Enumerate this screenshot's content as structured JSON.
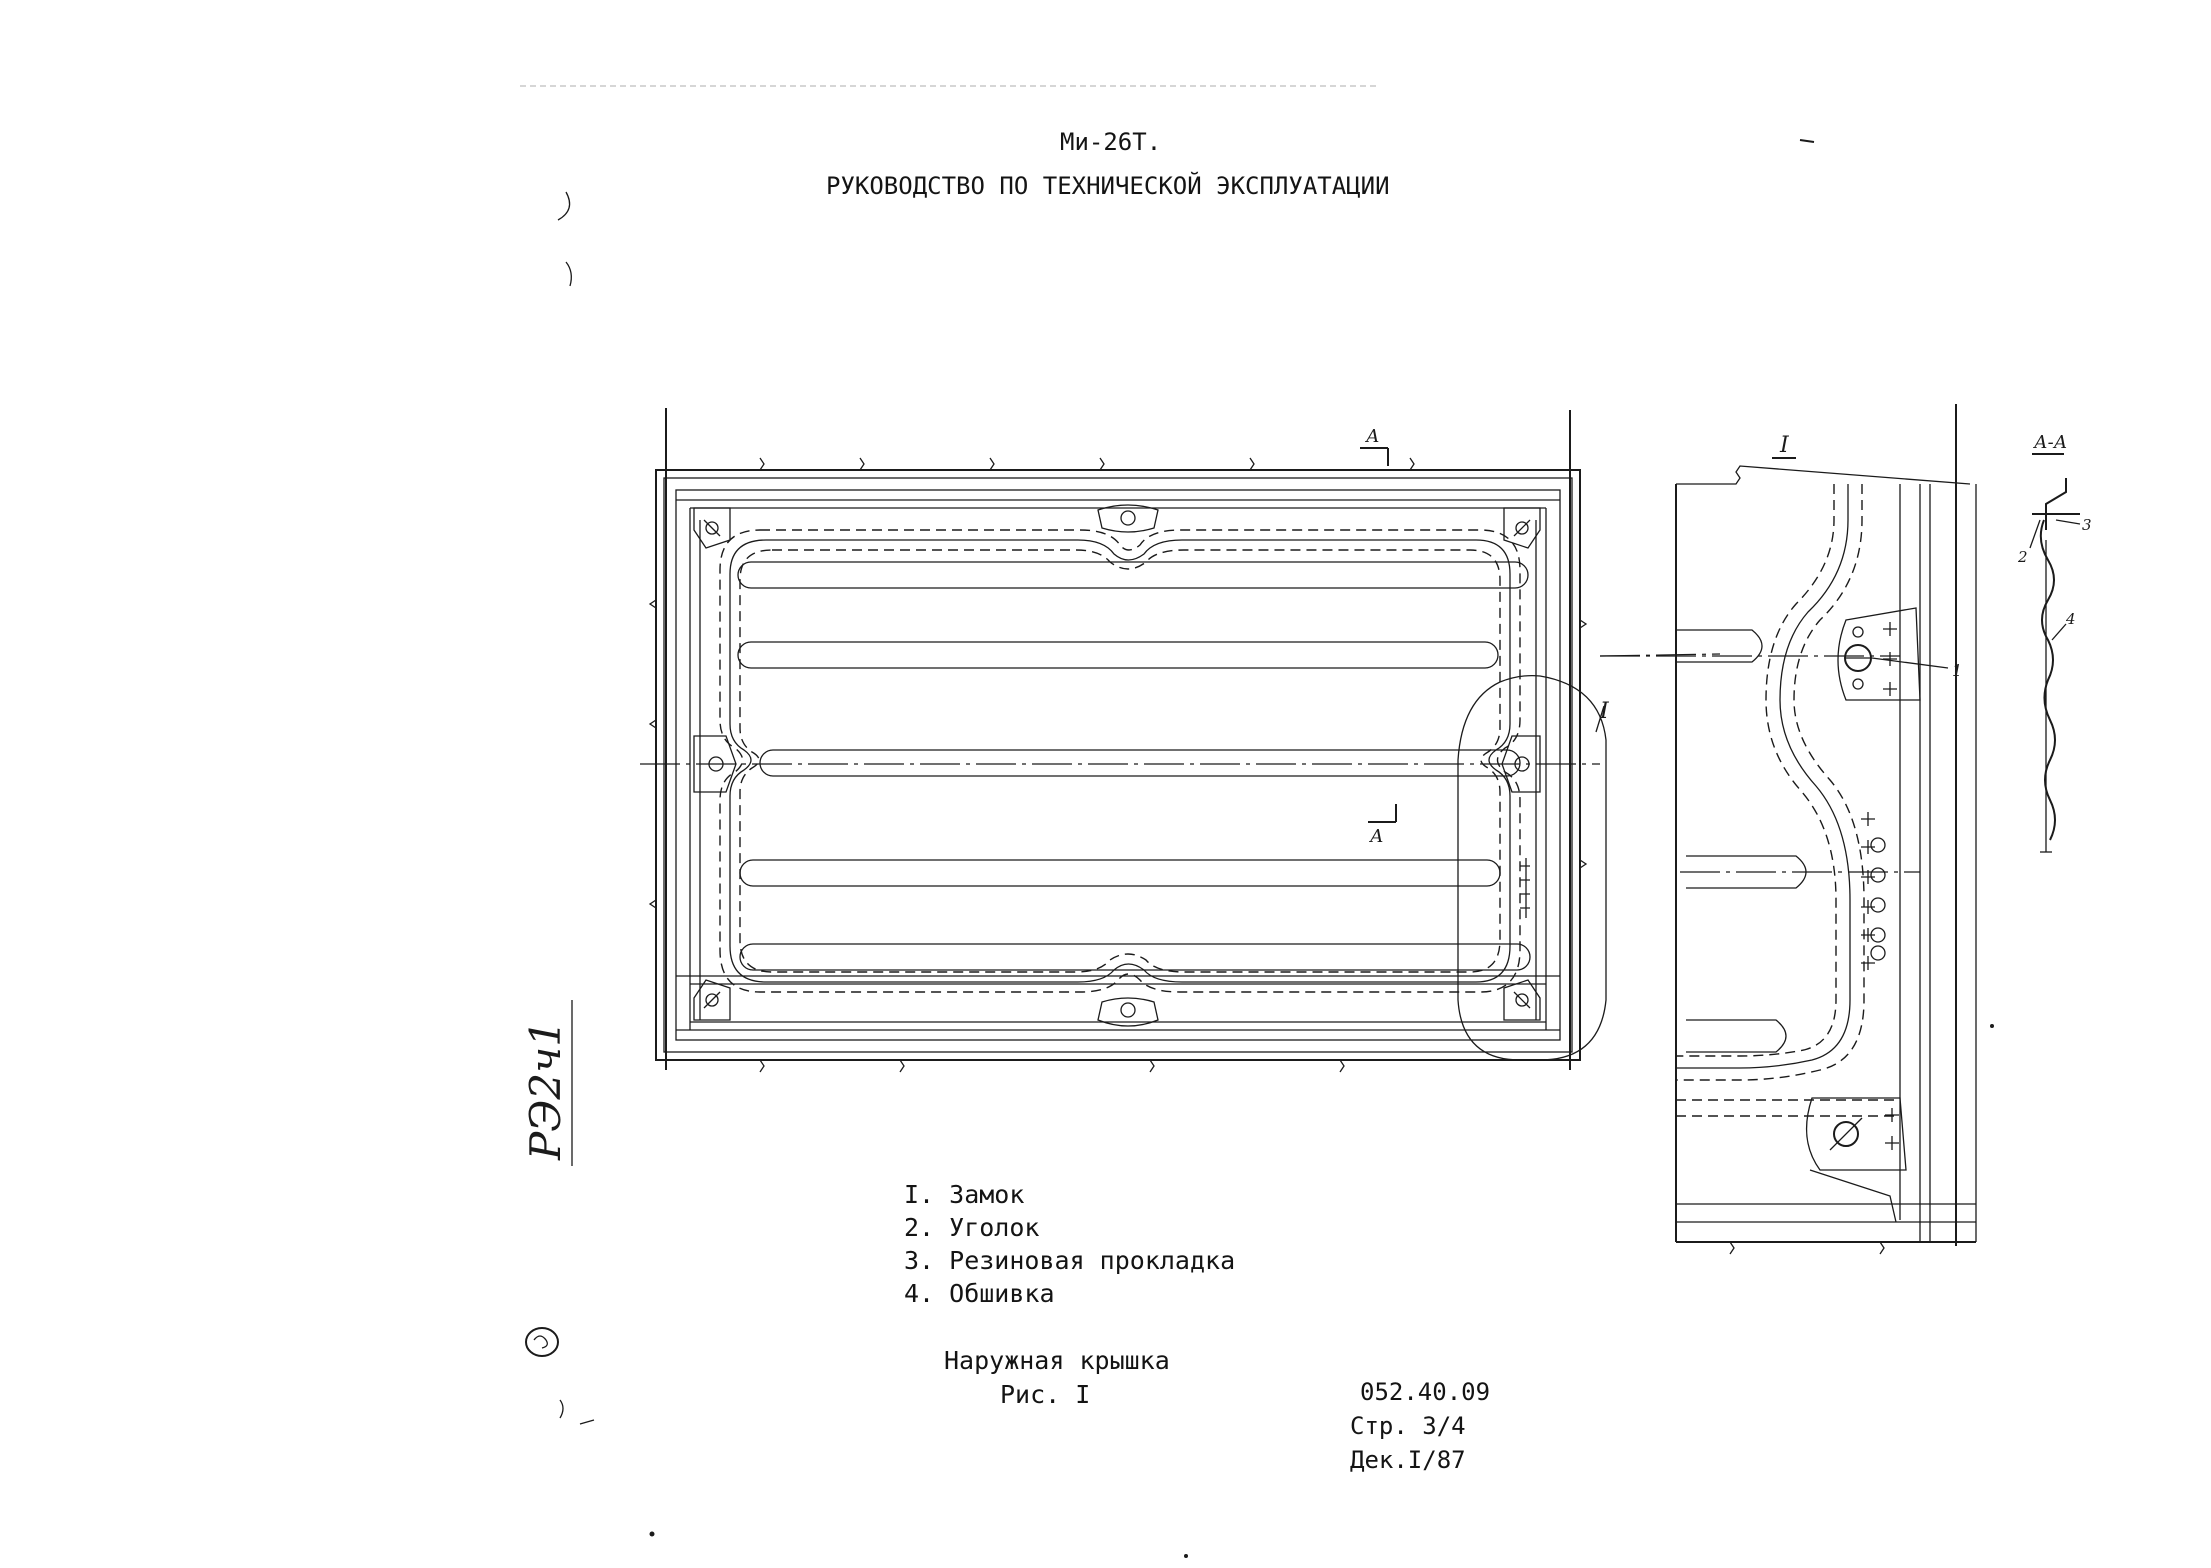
{
  "header": {
    "title": "Ми-26Т.",
    "subtitle": "РУКОВОДСТВО ПО ТЕХНИЧЕСКОЙ ЭКСПЛУАТАЦИИ"
  },
  "drawing_labels": {
    "section_mark_top": "А",
    "section_mark_bottom": "А",
    "detail_callout": "I",
    "detail_view_title": "I",
    "section_view_title": "А-А",
    "detail_leader_1": "1",
    "section_leader_2": "2",
    "section_leader_3": "3",
    "section_leader_4": "4"
  },
  "legend": {
    "items": [
      "I. Замок",
      "2. Уголок",
      "3. Резиновая прокладка",
      "4. Обшивка"
    ]
  },
  "caption": {
    "title": "Наружная крышка",
    "figure": "Рис. I"
  },
  "doc_info": {
    "code": "052.40.09",
    "page": "Стр. 3/4",
    "revision": "Дек.I/87"
  },
  "margin_note": "РЭ2ч1"
}
